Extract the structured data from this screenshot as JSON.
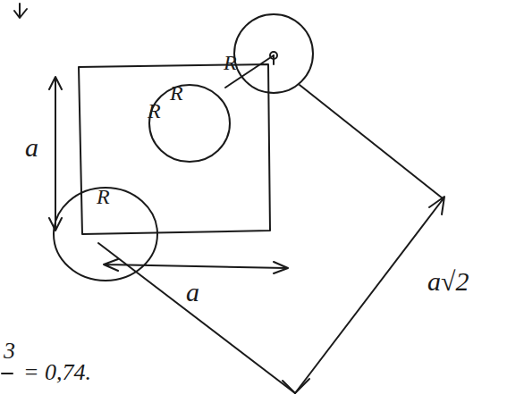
{
  "diagram": {
    "labels": [
      "a",
      "a",
      "R",
      "R",
      "R",
      "R",
      "a√2",
      "3",
      "= 0,74."
    ]
  }
}
